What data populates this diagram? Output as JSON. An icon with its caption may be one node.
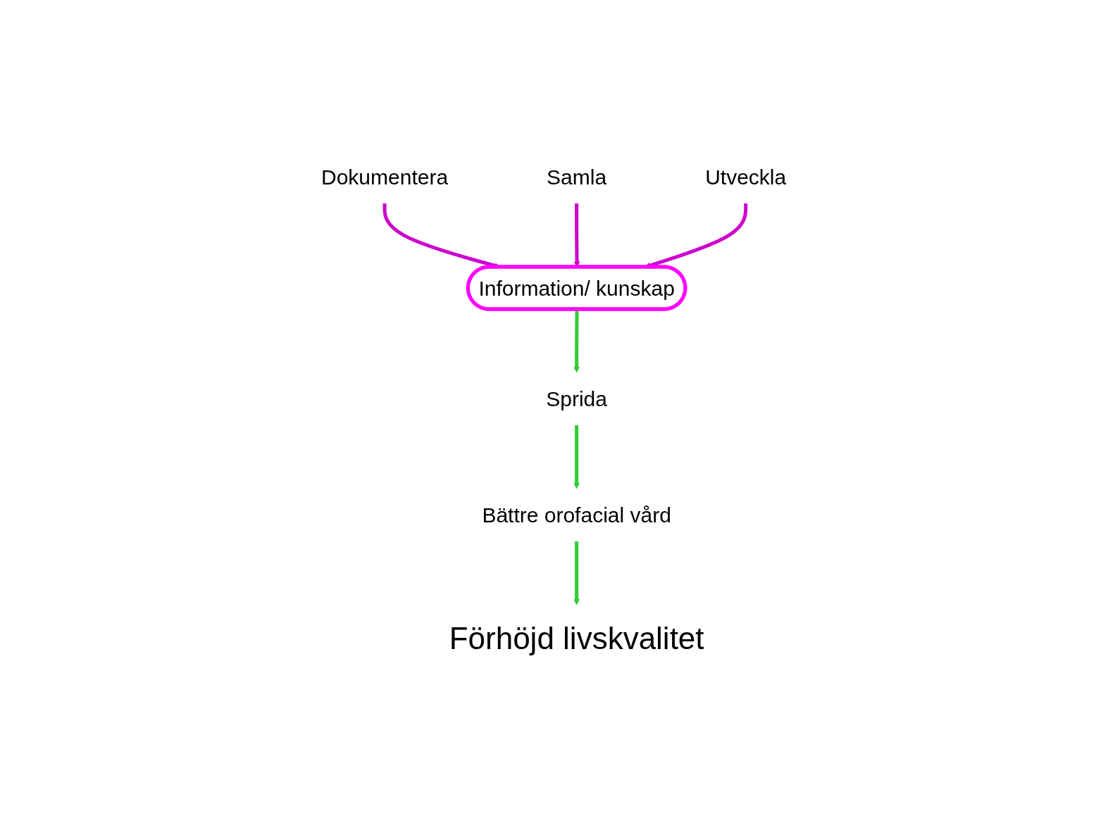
{
  "diagram": {
    "nodes": [
      {
        "text": [
          "Dokumentera"
        ]
      },
      {
        "text": [
          "Samla"
        ]
      },
      {
        "text": [
          "Information/ kunskap"
        ]
      },
      {
        "text": [
          "Utveckla"
        ]
      },
      {
        "text": [
          "Sprida"
        ]
      },
      {
        "text": [
          "Bättre orofacial vård"
        ]
      },
      {
        "text": [
          "Förhöjd livskvalitet"
        ]
      }
    ],
    "edges": [
      {
        "from": 0,
        "to": 2,
        "arrow": "to",
        "color": "#cc00cc"
      },
      {
        "from": 1,
        "to": 2,
        "arrow": "to",
        "color": "#cc00cc"
      },
      {
        "from": 3,
        "to": 2,
        "arrow": "to",
        "color": "#cc00cc"
      },
      {
        "from": 2,
        "to": 4,
        "arrow": "to",
        "color": "#33cc33"
      },
      {
        "from": 4,
        "to": 5,
        "arrow": "to",
        "color": "#33cc33"
      },
      {
        "from": 5,
        "to": 6,
        "arrow": "to",
        "color": "#33cc33"
      }
    ]
  }
}
